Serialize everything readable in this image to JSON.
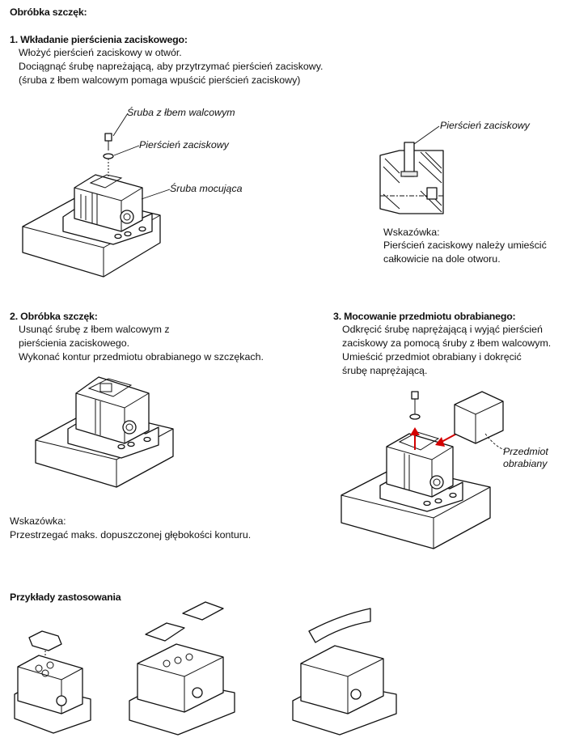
{
  "title": "Obróbka szczęk:",
  "step1": {
    "heading": "1. Wkładanie pierścienia zaciskowego:",
    "lines": [
      "Włożyć pierścień zaciskowy w otwór.",
      "Dociągnąć śrubę napreżającą, aby przytrzymać pierścień zaciskowy.",
      "(śruba z łbem walcowym pomaga wpuścić pierścień zaciskowy)"
    ],
    "callouts": {
      "screw": "Śruba z łbem walcowym",
      "ring": "Pierścień zaciskowy",
      "mounting_screw": "Śruba mocująca"
    }
  },
  "section": {
    "callout_ring": "Pierścień zaciskowy",
    "hint_label": "Wskazówka:",
    "hint_lines": [
      "Pierścień zaciskowy należy umieścić",
      "całkowicie na dole otworu."
    ]
  },
  "step2": {
    "heading": "2. Obróbka szczęk:",
    "lines": [
      "Usunąć śrubę z łbem walcowym z",
      "pierścienia zaciskowego.",
      "Wykonać kontur przedmiotu obrabianego w szczękach."
    ],
    "hint_label": "Wskazówka:",
    "hint_text": "Przestrzegać maks. dopuszczonej głębokości konturu."
  },
  "step3": {
    "heading": "3. Mocowanie przedmiotu obrabianego:",
    "lines": [
      "Odkręcić śrubę naprężającą i wyjąć pierścień",
      "zaciskowy za pomocą śruby z łbem walcowym.",
      "Umieścić przedmiot obrabiany i dokręcić",
      "śrubę naprężającą."
    ],
    "callout_workpiece": [
      "Przedmiot",
      "obrabiany"
    ]
  },
  "examples": {
    "heading": "Przykłady zastosowania"
  },
  "colors": {
    "arrow": "#d40000",
    "line": "#111111"
  }
}
